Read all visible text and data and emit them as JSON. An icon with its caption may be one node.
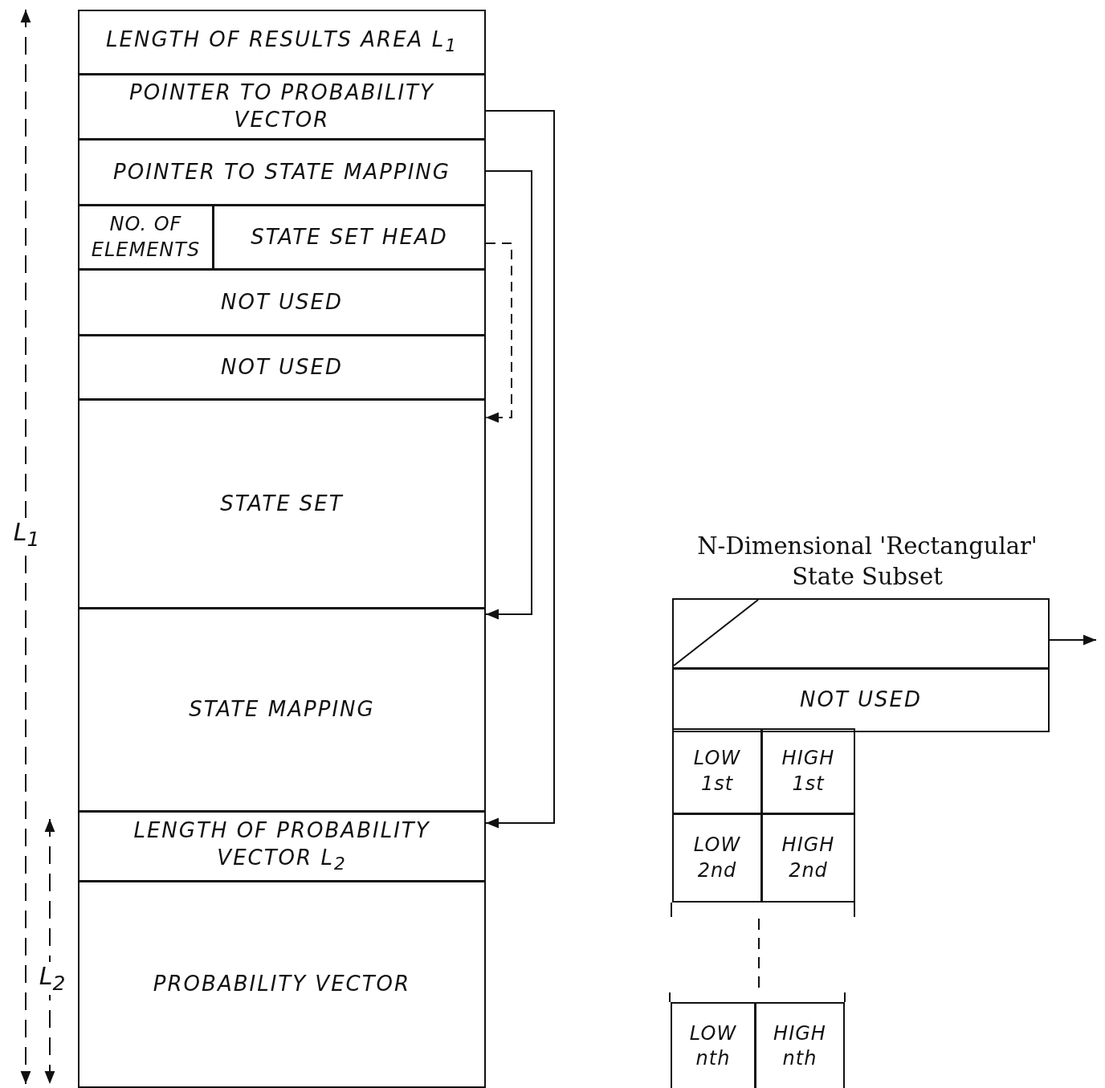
{
  "diagram": {
    "nodes": [
      {
        "text": [
          "LENGTH OF RESULTS AREA L$_{1}$"
        ]
      },
      {
        "text": [
          "POINTER TO PROBABILITY VECTOR"
        ]
      },
      {
        "text": [
          "POINTER TO STATE MAPPING"
        ]
      },
      {
        "text": [
          "NO. OF ELEMENTS"
        ]
      },
      {
        "text": [
          "STATE SET HEAD"
        ]
      },
      {
        "text": [
          "NOT USED"
        ]
      },
      {
        "text": [
          "NOT USED"
        ]
      },
      {
        "text": [
          "STATE SET"
        ]
      },
      {
        "text": [
          "STATE MAPPING"
        ]
      },
      {
        "text": [
          "LENGTH OF PROBABILITY VECTOR L$_{2}$"
        ]
      },
      {
        "text": [
          "PROBABILITY VECTOR"
        ]
      },
      {
        "text": [],
        "shape": "box"
      },
      {
        "text": [
          "NOT USED"
        ]
      },
      {
        "text": [
          "LOW 1st"
        ]
      },
      {
        "text": [
          "HIGH 1st"
        ]
      },
      {
        "text": [
          "LOW 2nd"
        ]
      },
      {
        "text": [
          "HIGH 2nd"
        ]
      },
      {
        "text": [
          "LOW nth"
        ]
      },
      {
        "text": [
          "HIGH nth"
        ]
      }
    ],
    "edges": [
      {
        "from": 1,
        "to": 9,
        "arrow": "to"
      },
      {
        "from": 2,
        "to": 8,
        "arrow": "to"
      },
      {
        "from": 4,
        "to": 7,
        "arrow": "to",
        "style": "dashed"
      },
      {
        "from": 11,
        "to": null,
        "arrow": "to"
      }
    ],
    "labels": [
      "L$_{1}$",
      "L$_{2}$",
      "N-Dimensional 'Rectangular' State Subset"
    ]
  }
}
